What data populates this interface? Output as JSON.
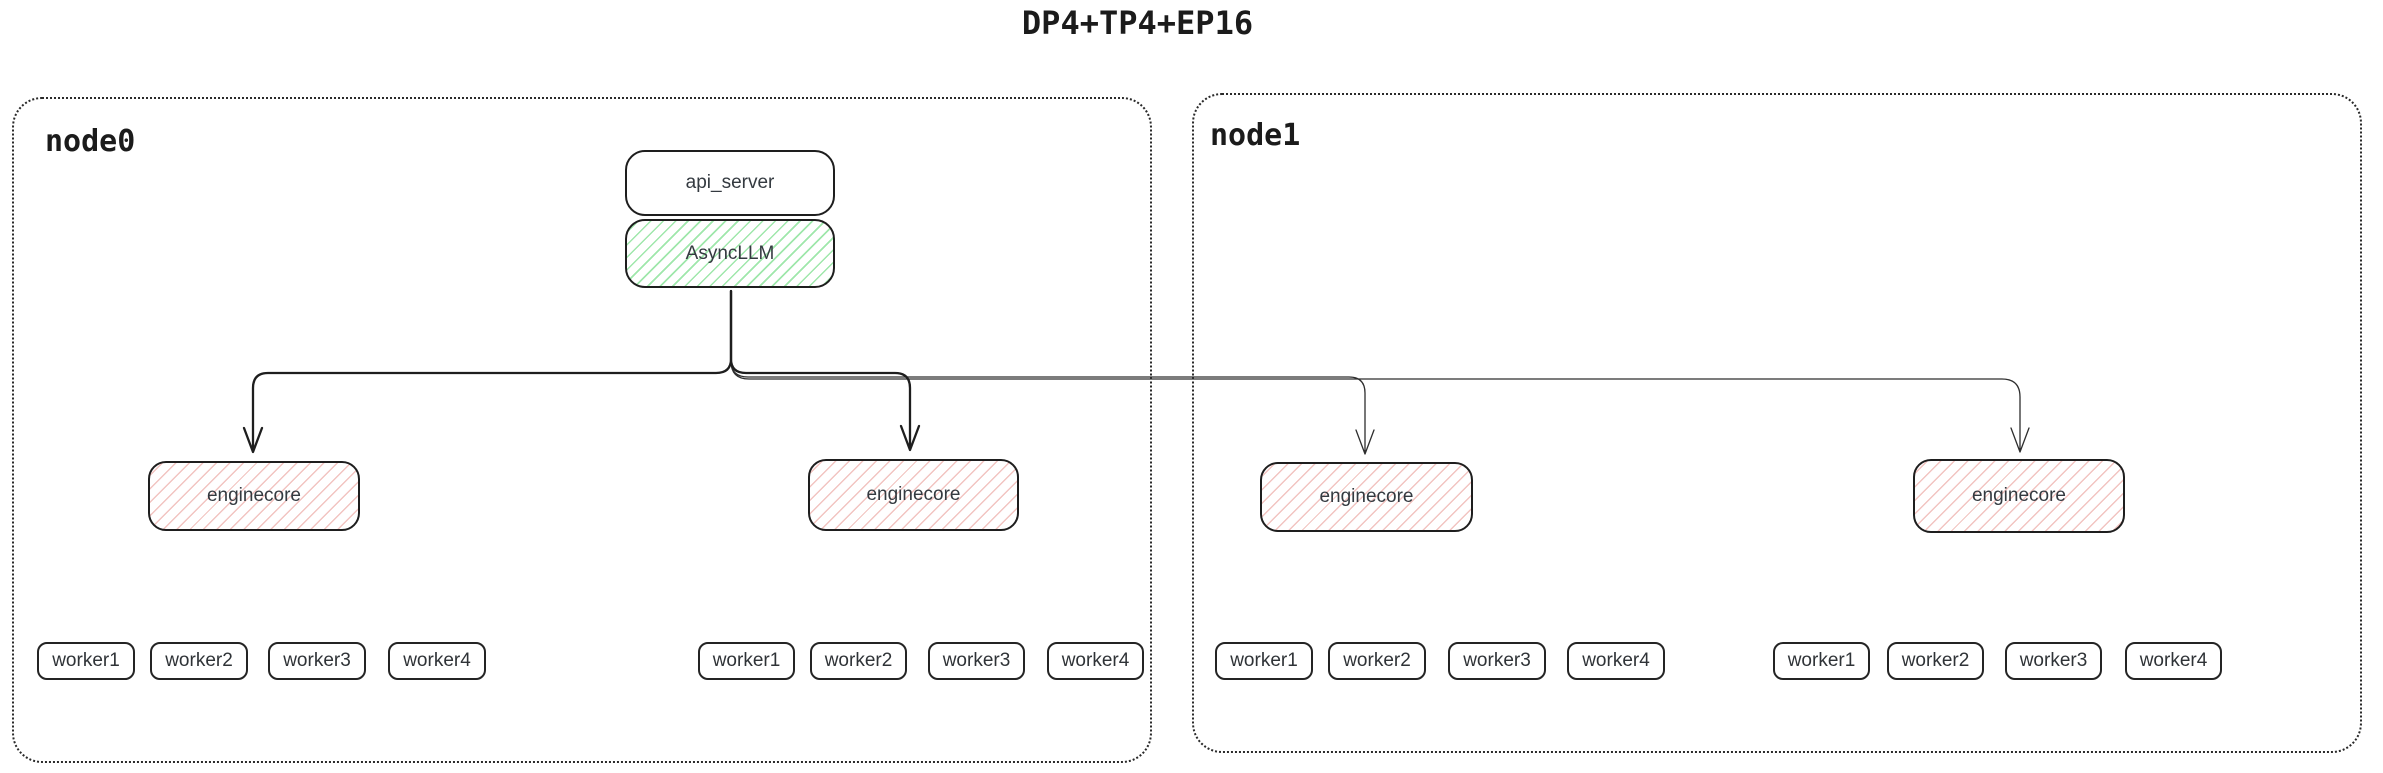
{
  "title": "DP4+TP4+EP16",
  "colors": {
    "stroke": "#1e1e1e",
    "green_hatch": "#9fe7ab",
    "red_hatch": "#f2c4c1"
  },
  "nodes": [
    {
      "label": "node0",
      "api_server_label": "api_server",
      "async_llm_label": "AsyncLLM",
      "enginecore_labels": [
        "enginecore",
        "enginecore"
      ],
      "worker_groups": [
        [
          "worker1",
          "worker2",
          "worker3",
          "worker4"
        ],
        [
          "worker1",
          "worker2",
          "worker3",
          "worker4"
        ]
      ]
    },
    {
      "label": "node1",
      "enginecore_labels": [
        "enginecore",
        "enginecore"
      ],
      "worker_groups": [
        [
          "worker1",
          "worker2",
          "worker3",
          "worker4"
        ],
        [
          "worker1",
          "worker2",
          "worker3",
          "worker4"
        ]
      ]
    }
  ]
}
